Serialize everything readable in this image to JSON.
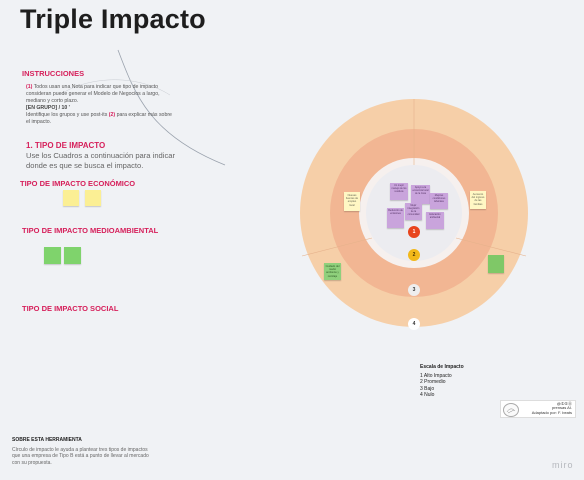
{
  "title": "Triple Impacto",
  "instructions": {
    "heading": "INSTRUCCIONES",
    "step1_num": "(1)",
    "step1_text": "Todos usan una Nota para indicar que tipo de impacto consideran puede generar el Modelo de Negocios a largo, mediano y corto plazo.",
    "group_label": "[EN GRUPO] / 10 '",
    "step2_pre": "Identifique los grupos y use post-its",
    "step2_num": "(2)",
    "step2_post": "para explicar más sobre el impacto."
  },
  "tipo": {
    "heading": "1. TIPO DE IMPACTO",
    "text": "Use los Cuadros a continuación para indicar donde es que se busca el impacto."
  },
  "sections": {
    "economico": "TIPO DE IMPACTO ECONÓMICO",
    "medioambiental": "TIPO DE IMPACTO MEDIOAMBIENTAL",
    "social": "TIPO DE IMPACTO SOCIAL"
  },
  "circle": {
    "labels": [
      "1",
      "2",
      "3",
      "4"
    ],
    "purple_notes": [
      "Un mejor manejo de los residuos",
      "Apoyo a la economía local de la zona",
      "Mejores condiciones laborales",
      "Mejor integración de la comunidad",
      "Educación ambiental",
      "Reducción de emisiones"
    ],
    "left_card": "Nuevas fuentes de empleo local",
    "right_card": "Aumento del ingreso de las familias",
    "green_left": "Cuidado del medio ambiente y reciclaje"
  },
  "escala": {
    "heading": "Escala de Impacto",
    "items": [
      "1 Alto Impacto",
      "2 Promedio",
      "3 Bajo",
      "4 Nulo"
    ]
  },
  "license": {
    "badge": "@①⑤⓪",
    "line1": "prensas AI.",
    "line2": "Adaptado por: F. beats"
  },
  "about": {
    "heading": "SOBRE ESTA HERRAMIENTA",
    "text": "Círculo de impacto le ayuda a plantear tres tipos de impactos que una empresa de Tipo B está a punto de llevar al mercado con su propuesta."
  },
  "brand": "miro",
  "colors": {
    "accent": "#d6205b",
    "ring_outer": "#f6cfa8",
    "ring_middle": "#f2b693",
    "ring_inner": "#ececf0"
  }
}
